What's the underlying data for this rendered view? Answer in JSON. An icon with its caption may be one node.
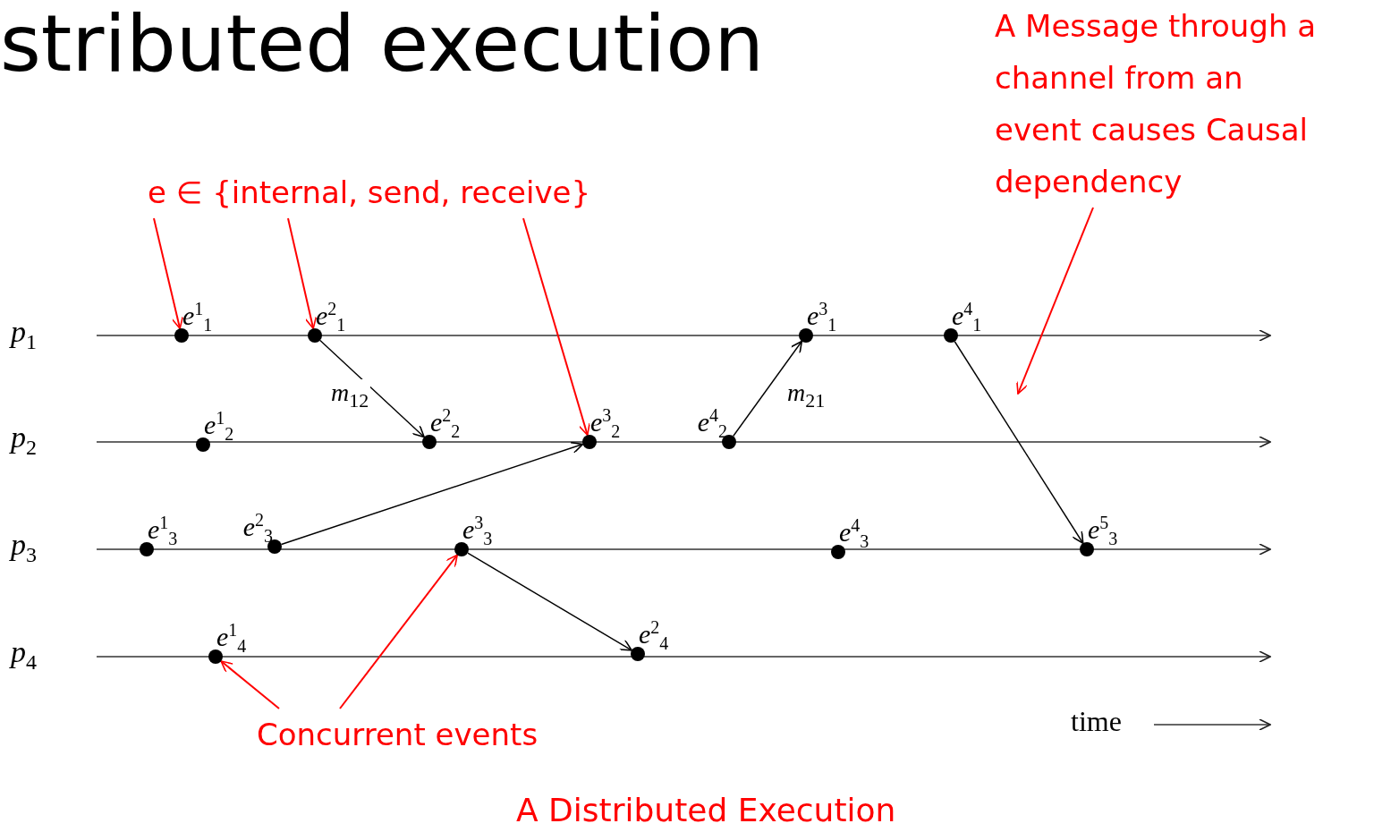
{
  "diagram": {
    "title": "stributed execution",
    "caption": "A Distributed Execution",
    "nodes": [
      {
        "text": [
          "e ∈ {internal, send, receive}"
        ]
      },
      {
        "text": [
          "A Message through a channel from an event causes Causal dependency"
        ]
      },
      {
        "text": [],
        "shape": "circle",
        "beside": [
          "e$^{1}$$_{1}$"
        ]
      },
      {
        "text": [],
        "shape": "circle",
        "beside": [
          "e$^{2}$$_{1}$"
        ]
      },
      {
        "text": [],
        "shape": "circle",
        "beside": [
          "e$^{3}$$_{1}$"
        ]
      },
      {
        "text": [],
        "shape": "circle",
        "beside": [
          "e$^{4}$$_{1}$"
        ]
      },
      {
        "text": [],
        "shape": "circle",
        "beside": [
          "e$^{1}$$_{2}$"
        ]
      },
      {
        "text": [],
        "shape": "circle",
        "beside": [
          "e$^{2}$$_{2}$"
        ]
      },
      {
        "text": [],
        "shape": "circle",
        "beside": [
          "e$^{3}$$_{2}$"
        ]
      },
      {
        "text": [],
        "shape": "circle",
        "beside": [
          "e$^{4}$$_{2}$"
        ]
      },
      {
        "text": [],
        "shape": "circle",
        "beside": [
          "e$^{1}$$_{3}$"
        ]
      },
      {
        "text": [],
        "shape": "circle",
        "beside": [
          "e$^{2}$$_{3}$"
        ]
      },
      {
        "text": [],
        "shape": "circle",
        "beside": [
          "e$^{3}$$_{3}$"
        ]
      },
      {
        "text": [],
        "shape": "circle",
        "beside": [
          "e$^{4}$$_{3}$"
        ]
      },
      {
        "text": [],
        "shape": "circle",
        "beside": [
          "e$^{5}$$_{3}$"
        ]
      },
      {
        "text": [],
        "shape": "circle",
        "beside": [
          "e$^{1}$$_{4}$"
        ]
      },
      {
        "text": [],
        "shape": "circle",
        "beside": [
          "e$^{2}$$_{4}$"
        ]
      },
      {
        "text": [
          "Concurrent events"
        ]
      }
    ],
    "edges": [
      {
        "from": 0,
        "to": 2,
        "arrow": "to",
        "color": "#ff0000"
      },
      {
        "from": 0,
        "to": 3,
        "arrow": "to",
        "color": "#ff0000"
      },
      {
        "from": 0,
        "to": 8,
        "arrow": "to",
        "color": "#ff0000"
      },
      {
        "from": 1,
        "to": null,
        "arrow": "to",
        "color": "#ff0000"
      },
      {
        "from": 17,
        "to": 15,
        "arrow": "to",
        "color": "#ff0000"
      },
      {
        "from": 17,
        "to": 12,
        "arrow": "to",
        "color": "#ff0000"
      },
      {
        "from": 3,
        "to": 7,
        "arrow": "to",
        "label": "m$_{12}$",
        "color": "#000000"
      },
      {
        "from": 11,
        "to": 8,
        "arrow": "to",
        "color": "#000000"
      },
      {
        "from": 9,
        "to": 4,
        "arrow": "to",
        "label": "m$_{21}$",
        "color": "#000000"
      },
      {
        "from": 5,
        "to": 14,
        "arrow": "to",
        "color": "#000000"
      },
      {
        "from": 12,
        "to": 16,
        "arrow": "to",
        "color": "#000000"
      }
    ],
    "labels": [
      "p$_{1}$",
      "p$_{2}$",
      "p$_{3}$",
      "p$_{4}$",
      "time"
    ]
  }
}
